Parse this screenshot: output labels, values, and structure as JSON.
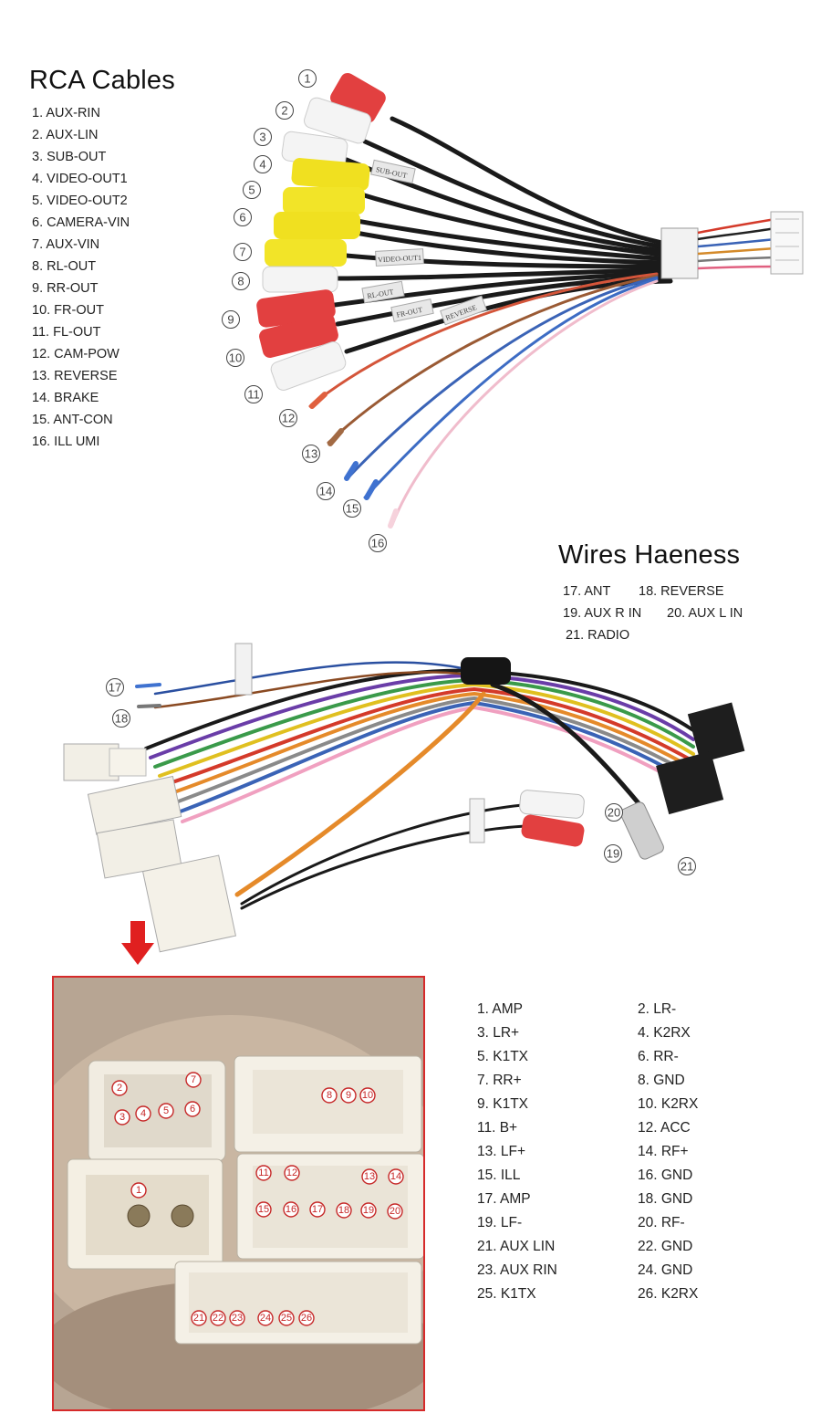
{
  "rca": {
    "title": "RCA Cables",
    "items": [
      "1. AUX-RIN",
      "2. AUX-LIN",
      "3. SUB-OUT",
      "4. VIDEO-OUT1",
      "5. VIDEO-OUT2",
      "6. CAMERA-VIN",
      "7. AUX-VIN",
      "8. RL-OUT",
      "9. RR-OUT",
      "10. FR-OUT",
      "11. FL-OUT",
      "12. CAM-POW",
      "13. REVERSE",
      "14. BRAKE",
      "15. ANT-CON",
      "16. ILL UMI"
    ],
    "callouts": [
      "1",
      "2",
      "3",
      "4",
      "5",
      "6",
      "7",
      "8",
      "9",
      "10",
      "11",
      "12",
      "13",
      "14",
      "15",
      "16"
    ],
    "tags": [
      "SUB-OUT",
      "VIDEO-OUT1",
      "RL-OUT",
      "FR-OUT",
      "REVERSE"
    ]
  },
  "wires": {
    "title": "Wires Haeness",
    "items_row1": [
      "17. ANT",
      "18. REVERSE"
    ],
    "items_row2": [
      "19. AUX R IN",
      "20. AUX L IN"
    ],
    "items_row3": [
      "21. RADIO"
    ],
    "callouts": [
      "17",
      "18",
      "19",
      "20",
      "21"
    ]
  },
  "connector": {
    "pins": [
      [
        "1. AMP",
        "2. LR-"
      ],
      [
        "3. LR+",
        "4. K2RX"
      ],
      [
        "5. K1TX",
        "6. RR-"
      ],
      [
        "7. RR+",
        "8. GND"
      ],
      [
        "9. K1TX",
        "10. K2RX"
      ],
      [
        "11. B+",
        "12. ACC"
      ],
      [
        "13. LF+",
        "14. RF+"
      ],
      [
        "15. ILL",
        "16. GND"
      ],
      [
        "17. AMP",
        "18. GND"
      ],
      [
        "19. LF-",
        "20. RF-"
      ],
      [
        "21. AUX LIN",
        "22. GND"
      ],
      [
        "23. AUX RIN",
        "24. GND"
      ],
      [
        "25. K1TX",
        "26. K2RX"
      ]
    ],
    "badges": [
      "1",
      "2",
      "3",
      "4",
      "5",
      "6",
      "7",
      "8",
      "9",
      "10",
      "11",
      "12",
      "13",
      "14",
      "15",
      "16",
      "17",
      "18",
      "19",
      "20",
      "21",
      "22",
      "23",
      "24",
      "25",
      "26"
    ]
  },
  "colors": {
    "arrow": "#e02020",
    "frame": "#d62a2a",
    "badge": "#c62828"
  }
}
